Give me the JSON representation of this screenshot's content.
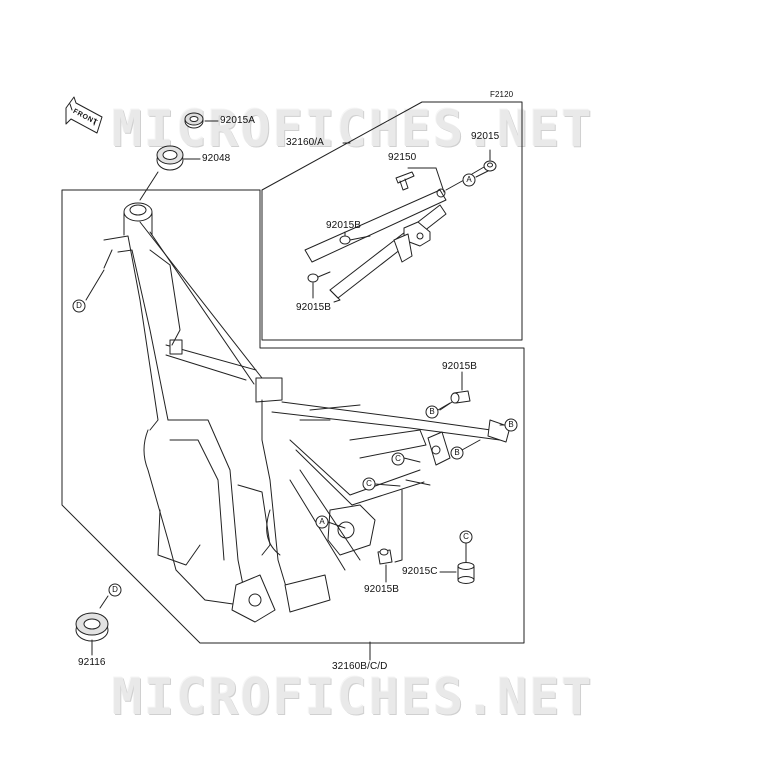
{
  "diagram": {
    "figure_code": "F2120",
    "watermark_text": "MICROFICHES.NET",
    "front_label": "FRONT",
    "parts": {
      "p92015A": "92015A",
      "p92048": "92048",
      "p32160A": "32160/A",
      "p92150": "92150",
      "p92015_top": "92015",
      "p92015B_1": "92015B",
      "p92015B_2": "92015B",
      "p92015B_3": "92015B",
      "p92015B_4": "92015B",
      "p92015C": "92015C",
      "p92116": "92116",
      "p32160BCD": "32160B/C/D"
    },
    "callouts": {
      "a": "A",
      "b": "B",
      "c": "C",
      "d": "D"
    }
  }
}
